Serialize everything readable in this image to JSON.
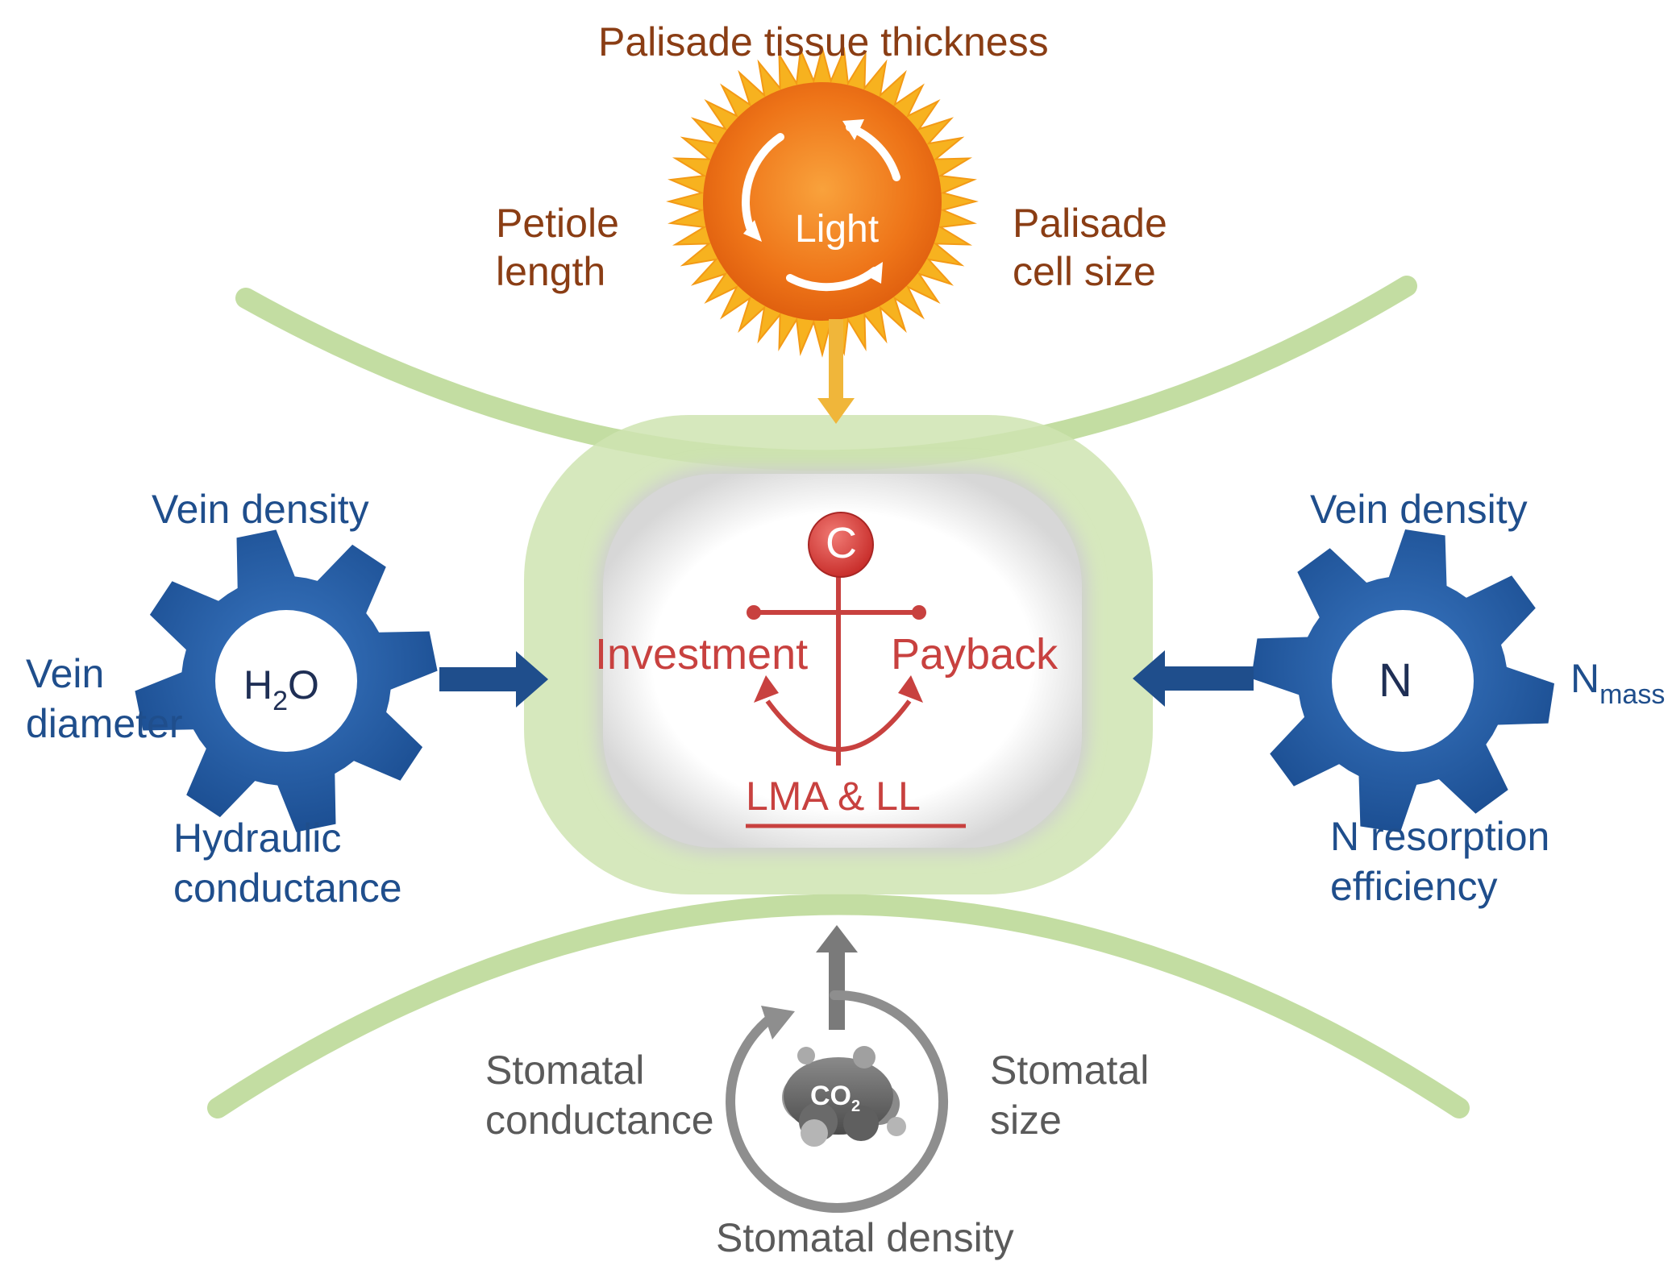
{
  "light": {
    "center": "Light",
    "top": "Palisade tissue thickness",
    "left_line1": "Petiole",
    "left_line2": "length",
    "right_line1": "Palisade",
    "right_line2": "cell size"
  },
  "water": {
    "center_main": "H",
    "center_sub": "2",
    "center_tail": "O",
    "top": "Vein density",
    "left_line1": "Vein",
    "left_line2": "diameter",
    "bottom_line1": "Hydraulic",
    "bottom_line2": "conductance"
  },
  "nitrogen": {
    "center": "N",
    "top": "Vein density",
    "right_main": "N",
    "right_sub": "mass",
    "bottom_line1": "N resorption",
    "bottom_line2": "efficiency"
  },
  "co2": {
    "center_main": "CO",
    "center_sub": "2",
    "left_line1": "Stomatal",
    "left_line2": "conductance",
    "right_line1": "Stomatal",
    "right_line2": "size",
    "bottom": "Stomatal density"
  },
  "anchor": {
    "badge": "C",
    "investment": "Investment",
    "payback": "Payback",
    "bottom": "LMA & LL"
  },
  "colors": {
    "brown_text": "#8a3d14",
    "blue": "#1f4e8c",
    "gray_text": "#5a5a5a",
    "red": "#c8413f",
    "green": "#a9cf7e",
    "sun_orange": "#f07a1a"
  }
}
